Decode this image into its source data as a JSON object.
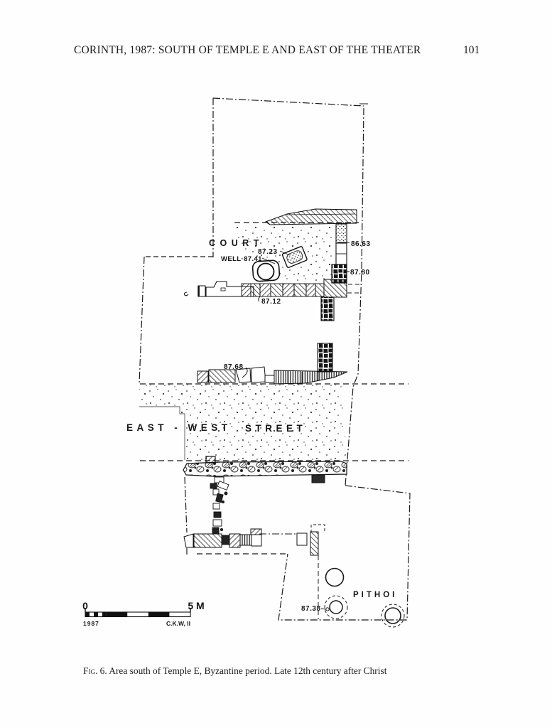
{
  "page": {
    "header": "CORINTH, 1987: SOUTH OF TEMPLE E AND EAST OF THE THEATER",
    "page_number": "101",
    "caption_fig": "Fig. 6.",
    "caption_text": " Area south of Temple E, Byzantine period. Late 12th century after Christ"
  },
  "plan": {
    "labels": {
      "court": "COURT",
      "well": "WELL·87.41",
      "elev_8723": "87.23",
      "elev_8663": "86.63",
      "elev_8780": "87.80",
      "elev_8712": "87.12",
      "elev_8768": "87.68",
      "street_1": "EAST - WEST",
      "street_2": "STREET",
      "pithoi": "PITHOI",
      "elev_8738": "87.38"
    },
    "scale": {
      "zero": "0",
      "five_m": "5 M",
      "year": "1987",
      "credit": "C.K.W, II"
    },
    "colors": {
      "ink": "#1a1a1a",
      "paper": "#fefefe"
    }
  }
}
